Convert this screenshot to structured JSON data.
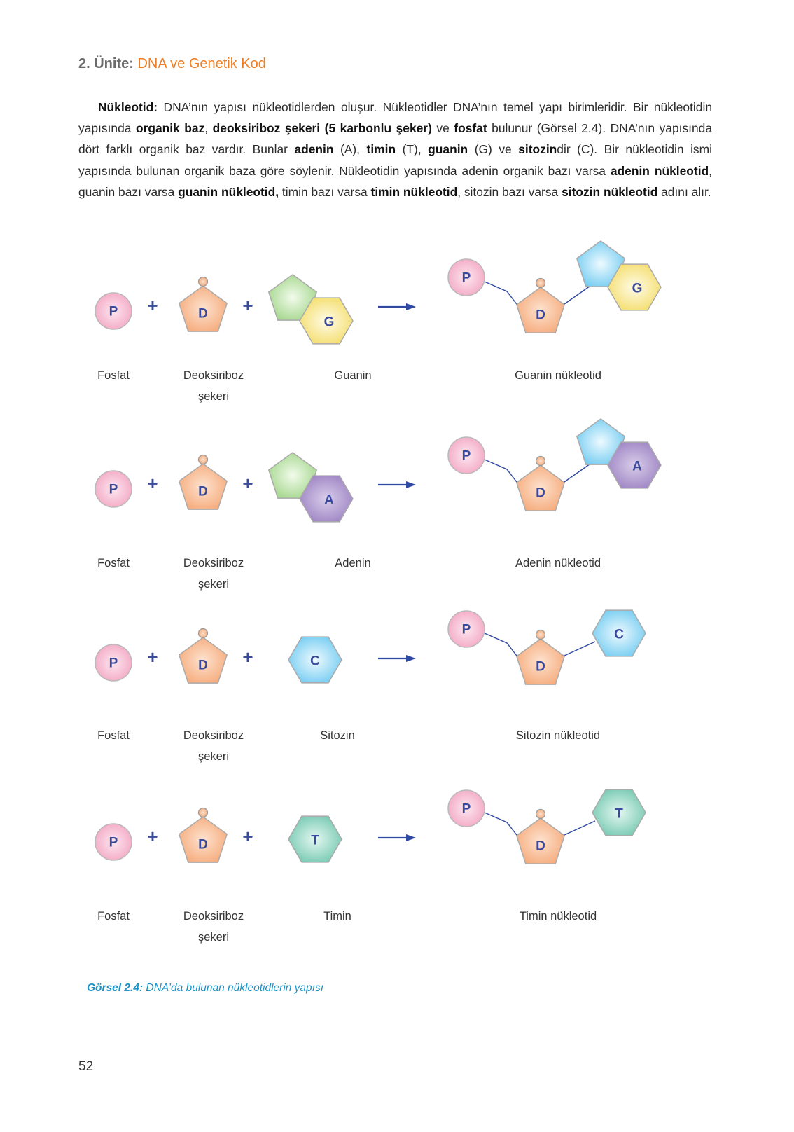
{
  "header": {
    "unit": "2. Ünite:",
    "topic": "DNA ve Genetik Kod"
  },
  "paragraph": {
    "segments": [
      {
        "t": "Nükleotid:",
        "b": true
      },
      {
        "t": " DNA’nın yapısı nükleotidlerden oluşur. Nükleotidler DNA’nın temel yapı birimleridir. Bir nükleotidin yapısında ",
        "b": false
      },
      {
        "t": "organik baz",
        "b": true
      },
      {
        "t": ", ",
        "b": false
      },
      {
        "t": "deoksiriboz şekeri (5 karbonlu şeker)",
        "b": true
      },
      {
        "t": " ve ",
        "b": false
      },
      {
        "t": "fosfat",
        "b": true
      },
      {
        "t": " bulunur (Görsel 2.4). DNA’nın yapısında dört farklı organik baz vardır. Bunlar ",
        "b": false
      },
      {
        "t": "adenin",
        "b": true
      },
      {
        "t": " (A), ",
        "b": false
      },
      {
        "t": "timin",
        "b": true
      },
      {
        "t": " (T), ",
        "b": false
      },
      {
        "t": "guanin",
        "b": true
      },
      {
        "t": " (G) ve ",
        "b": false
      },
      {
        "t": "sitozin",
        "b": true
      },
      {
        "t": "dir (C). Bir nükleotidin ismi yapısında bulunan organik baza göre söylenir. Nükleotidin yapısında adenin organik bazı varsa ",
        "b": false
      },
      {
        "t": "adenin nükleotid",
        "b": true
      },
      {
        "t": ", guanin bazı varsa ",
        "b": false
      },
      {
        "t": "guanin nükleotid,",
        "b": true
      },
      {
        "t": " timin bazı varsa ",
        "b": false
      },
      {
        "t": "timin nükleotid",
        "b": true
      },
      {
        "t": ", sitozin bazı varsa ",
        "b": false
      },
      {
        "t": "sitozin nükleotid",
        "b": true
      },
      {
        "t": " adını alır.",
        "b": false
      }
    ]
  },
  "symbols": {
    "phosphate": "P",
    "sugar": "D",
    "plus": "+"
  },
  "labels": {
    "phosphate": "Fosfat",
    "sugar_line1": "Deoksiriboz",
    "sugar_line2": "şekeri"
  },
  "rows": [
    {
      "base_letter": "G",
      "base_name": "Guanin",
      "product": "Guanin nükleotid",
      "base_type": "purine",
      "hex_color": "#f6e27a"
    },
    {
      "base_letter": "A",
      "base_name": "Adenin",
      "product": "Adenin nükleotid",
      "base_type": "purine",
      "hex_color": "#a68dc8"
    },
    {
      "base_letter": "C",
      "base_name": "Sitozin",
      "product": "Sitozin nükleotid",
      "base_type": "pyrimidine",
      "hex_color": "#7cd0f2"
    },
    {
      "base_letter": "T",
      "base_name": "Timin",
      "product": "Timin nükleotid",
      "base_type": "pyrimidine",
      "hex_color": "#7fcfb8"
    }
  ],
  "colors": {
    "phosphate": "#f3a9c4",
    "sugar": "#f7b184",
    "purine_pentagon": "#a7d98a",
    "product_pentagon": "#7cd0f2",
    "arrow": "#2f4aa0",
    "bond": "#2f4aa0"
  },
  "caption": {
    "label": "Görsel 2.4:",
    "text": " DNA’da bulunan nükleotidlerin yapısı"
  },
  "page_number": "52"
}
